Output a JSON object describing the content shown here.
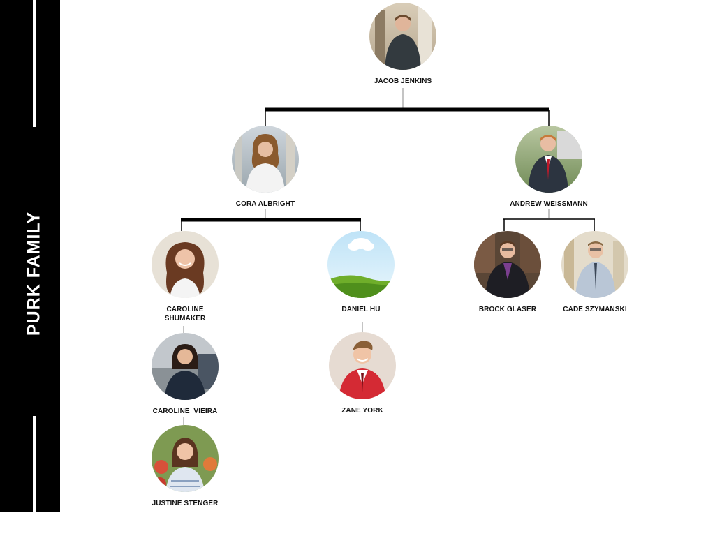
{
  "sidebar": {
    "title": "PURK FAMILY"
  },
  "members": [
    {
      "id": "jacob",
      "name": "JACOB JENKINS",
      "photo": "photo-icon"
    },
    {
      "id": "cora",
      "name": "CORA ALBRIGHT",
      "photo": "photo-icon"
    },
    {
      "id": "andrew",
      "name": "ANDREW WEISSMANN",
      "photo": "photo-icon"
    },
    {
      "id": "carol_s",
      "name": "CAROLINE SHUMAKER",
      "photo": "photo-icon"
    },
    {
      "id": "daniel",
      "name": "DANIEL HU",
      "photo": "landscape-placeholder-icon"
    },
    {
      "id": "brock",
      "name": "BROCK GLASER",
      "photo": "photo-icon"
    },
    {
      "id": "cade",
      "name": "CADE SZYMANSKI",
      "photo": "photo-icon"
    },
    {
      "id": "carol_v",
      "name": "CAROLINE  VIEIRA",
      "photo": "photo-icon"
    },
    {
      "id": "zane",
      "name": "ZANE YORK",
      "photo": "photo-icon"
    },
    {
      "id": "justine",
      "name": "JUSTINE STENGER",
      "photo": "photo-icon"
    }
  ],
  "colors": {
    "sidebar_bg": "#000000",
    "sidebar_text": "#ffffff",
    "connector": "#000000",
    "thin_connector": "#888888"
  }
}
